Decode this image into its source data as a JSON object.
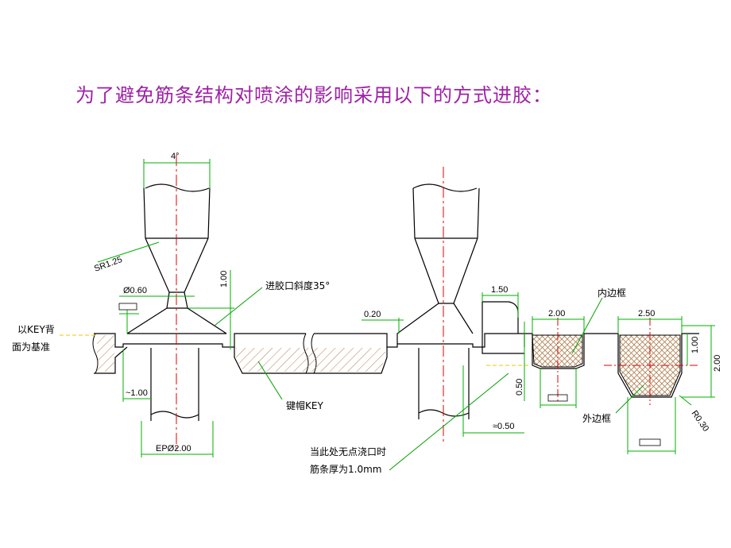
{
  "title": "为了避免筋条结构对喷涂的影响采用以下的方式进胶：",
  "labels": {
    "key_base_1": "以KEY背",
    "key_base_2": "面为基准",
    "keycap": "键帽KEY",
    "gate_angle": "进胶口斜度35°",
    "inner_frame": "内边框",
    "outer_frame": "外边框",
    "note_1": "当此处无点浇口时",
    "note_2": "筋条厚为1.0mm"
  },
  "dims": {
    "angle_4": "4°",
    "sr": "SR1.25",
    "d060": "Ø0.60",
    "h100": "1.00",
    "m100": "~1.00",
    "epd": "EPØ2.00",
    "w020": "0.20",
    "w150": "1.50",
    "h050": "0.50",
    "m050": "≈0.50",
    "w200": "2.00",
    "w250": "2.50",
    "r100": "1.00",
    "r200": "2.00",
    "r030": "R0.30"
  },
  "colors": {
    "title": "#a020a8",
    "outline": "#000000",
    "center": "#e00000",
    "dim": "#00b000",
    "hatch": "#9a6b3a",
    "leader": "#00a000",
    "yellow": "#e8c800"
  }
}
